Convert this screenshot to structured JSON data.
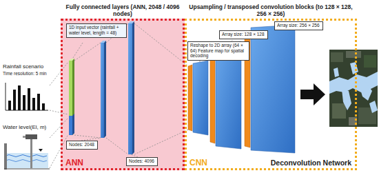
{
  "diagram": {
    "nodes": [
      {
        "text": [
          "Fully connected layers (ANN, 2048 / 4096 nodes)",
          "ANN"
        ]
      },
      {
        "text": [
          "1D input vector (rainfall + water level, length = 48)"
        ],
        "in": 0
      },
      {
        "text": [
          "Nodes: 2048"
        ],
        "in": 0
      },
      {
        "text": [
          "Nodes: 4096"
        ],
        "in": 0
      },
      {
        "text": [
          "Upsampling / transposed convolution blocks (to 128 × 128, 256 × 256)",
          "CNN",
          "Deconvolution Network"
        ]
      },
      {
        "text": [
          "Reshape to 2D array (64 × 64) Feature map for spatial decoding"
        ],
        "in": 4
      },
      {
        "text": [
          "Array size: 128 × 128"
        ],
        "in": 4
      },
      {
        "text": [
          "Array size: 256 × 256"
        ],
        "in": 4
      }
    ],
    "labels": [
      "Rainfall scenario",
      "Time resolution: 5 min",
      "Water level(El, m)"
    ]
  }
}
